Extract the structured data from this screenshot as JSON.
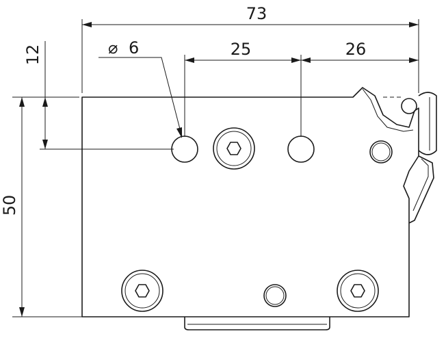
{
  "dimensions": {
    "overall_width": "73",
    "hole_spacing": "25",
    "edge_offset": "26",
    "top_offset": "12",
    "height": "50",
    "diameter": "6"
  },
  "symbols": {
    "diameter_symbol": "⌀"
  }
}
